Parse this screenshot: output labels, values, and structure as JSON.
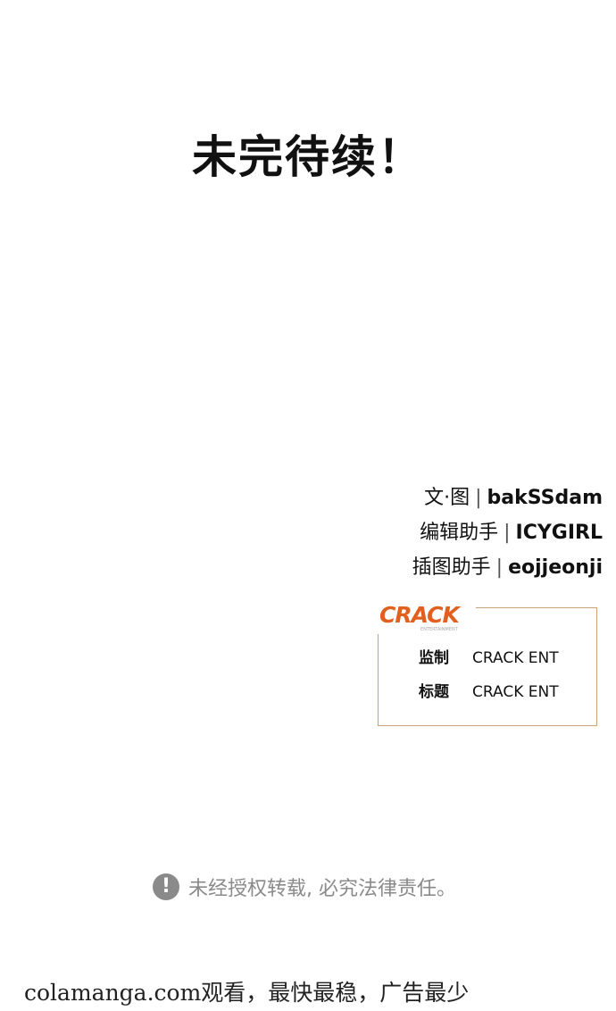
{
  "title": "未完待续！",
  "credits": [
    {
      "role": "文·图",
      "sep": "|",
      "name": "bakSSdam"
    },
    {
      "role": "编辑助手",
      "sep": "|",
      "name": "ICYGIRL"
    },
    {
      "role": "插图助手",
      "sep": "|",
      "name": "eojjeonji"
    }
  ],
  "publisher": {
    "logo": "CRACK",
    "logo_sub": "ENTERTAINMENT",
    "rows": [
      {
        "key": "监制",
        "value": "CRACK ENT"
      },
      {
        "key": "标题",
        "value": "CRACK ENT"
      }
    ]
  },
  "warning": {
    "icon": "exclamation-icon",
    "icon_glyph": "!",
    "text": "未经授权转载, 必究法律责任。"
  },
  "footer": "colamanga.com观看，最快最稳，广告最少"
}
